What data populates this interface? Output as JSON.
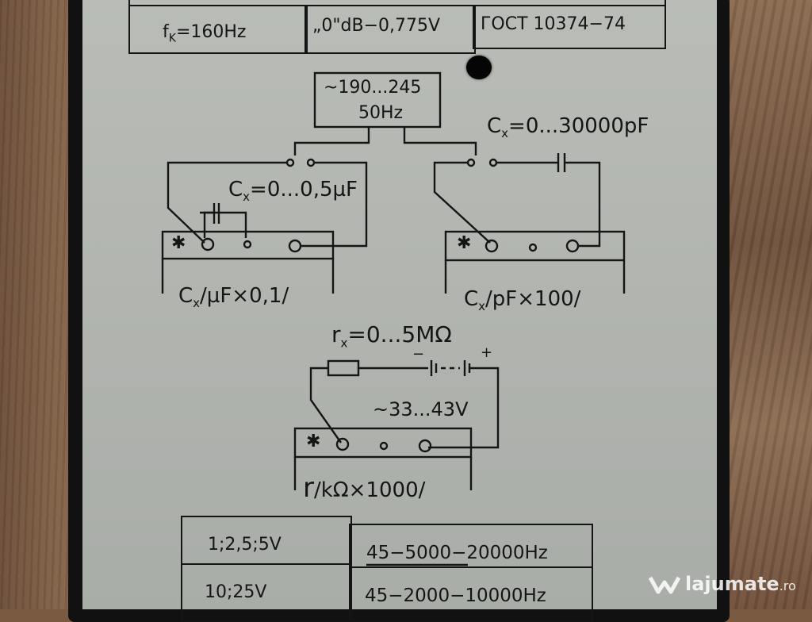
{
  "header_table": {
    "freq_label": "f",
    "freq_sub": "K",
    "freq_value": "=160Hz",
    "db_ref": "„0\"dB−0,775V",
    "standard": "ГОСТ 10374−74"
  },
  "supply": {
    "voltage": "~190...245",
    "frequency": "50Hz"
  },
  "cap_pf_range": {
    "symbol": "C",
    "sub": "x",
    "value": "=0...30000pF"
  },
  "cap_uf_range": {
    "symbol": "C",
    "sub": "x",
    "value": "=0...0,5µF"
  },
  "scale_uf": {
    "symbol": "C",
    "sub": "x",
    "value": "/µF×0,1/"
  },
  "scale_pf": {
    "symbol": "C",
    "sub": "x",
    "value": "/pF×100/"
  },
  "res_range": {
    "symbol": "r",
    "sub": "x",
    "value": "=0...5MΩ"
  },
  "battery": {
    "voltage": "~33...43V",
    "minus": "−",
    "plus": "+"
  },
  "scale_r": {
    "symbol": "r",
    "value": "/kΩ×1000/"
  },
  "terminal_mark": "✱",
  "freq_table": {
    "rows": [
      {
        "range": "1;2,5;5V",
        "band": "45−5000−20000Hz"
      },
      {
        "range": "10;25V",
        "band": "45−2000−10000Hz"
      }
    ]
  },
  "watermark": {
    "name": "lajumate",
    "tld": ".ro"
  }
}
